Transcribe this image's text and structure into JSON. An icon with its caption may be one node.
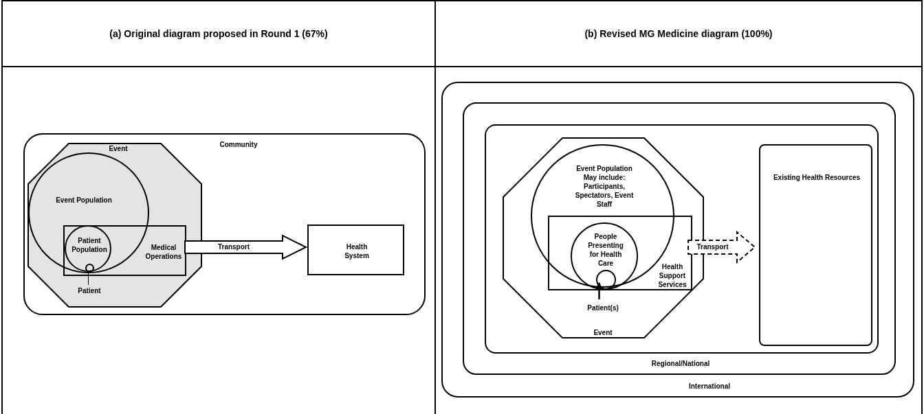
{
  "diagram": {
    "nodes": [
      {
        "text": [
          "Community"
        ]
      },
      {
        "text": [
          "Event"
        ],
        "in": 0
      },
      {
        "text": [
          "Event Population"
        ],
        "in": 1
      },
      {
        "text": [
          "Medical Operations"
        ],
        "in": 1
      },
      {
        "text": [
          "Patient Population"
        ]
      },
      {
        "text": [],
        "shape": "circle",
        "in": 4
      },
      {
        "text": [
          "Patient"
        ],
        "in": 1
      },
      {
        "text": [
          "Health System"
        ],
        "in": 0
      },
      {
        "text": [
          "International"
        ]
      },
      {
        "text": [
          "Regional/National"
        ],
        "in": 8
      },
      {
        "text": [],
        "shape": "box",
        "in": 9
      },
      {
        "text": [
          "Event"
        ],
        "in": 10
      },
      {
        "text": [
          "Event Population May include: Participants, Spectators, Event Staff"
        ],
        "in": 11
      },
      {
        "text": [
          "Health Support Services"
        ],
        "in": 11
      },
      {
        "text": [
          "People Presenting for Health Care"
        ],
        "in": 13
      },
      {
        "text": [],
        "shape": "circle",
        "in": 14
      },
      {
        "text": [
          "Patient(s)"
        ],
        "in": 11
      },
      {
        "text": [
          "Existing Health Resources"
        ],
        "in": 10
      }
    ],
    "edges": [
      {
        "from": 3,
        "to": 7,
        "arrow": "to",
        "label": "Transport",
        "style": "thick"
      },
      {
        "from": 6,
        "to": 5,
        "arrow": "none"
      },
      {
        "from": 16,
        "to": 15,
        "arrow": "to"
      },
      {
        "from": 13,
        "to": 17,
        "arrow": "to",
        "label": "Transport",
        "style": "dashed"
      }
    ],
    "labels": [
      "(a) Original diagram proposed in Round 1 (67%)",
      "(b) Revised MG Medicine diagram (100%)"
    ]
  }
}
